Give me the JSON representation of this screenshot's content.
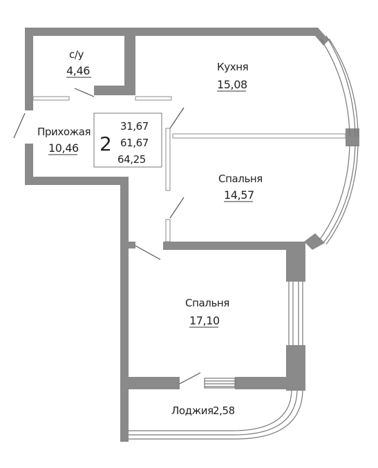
{
  "rooms": {
    "bathroom": {
      "name": "с/у",
      "area": "4,46"
    },
    "hallway": {
      "name": "Прихожая",
      "area": "10,46"
    },
    "kitchen": {
      "name": "Кухня",
      "area": "15,08"
    },
    "bedroom_1": {
      "name": "Спальня",
      "area": "14,57"
    },
    "bedroom_2": {
      "name": "Спальня",
      "area": "17,10"
    },
    "loggia": {
      "name": "Лоджия",
      "area": "2,58"
    }
  },
  "summary": {
    "rooms_count": "2",
    "living_area": "31,67",
    "total_area": "61,67",
    "total_with_loggia": "64,25"
  },
  "colors": {
    "wall": "#8a8a8a",
    "text": "#222222",
    "background": "#ffffff"
  }
}
